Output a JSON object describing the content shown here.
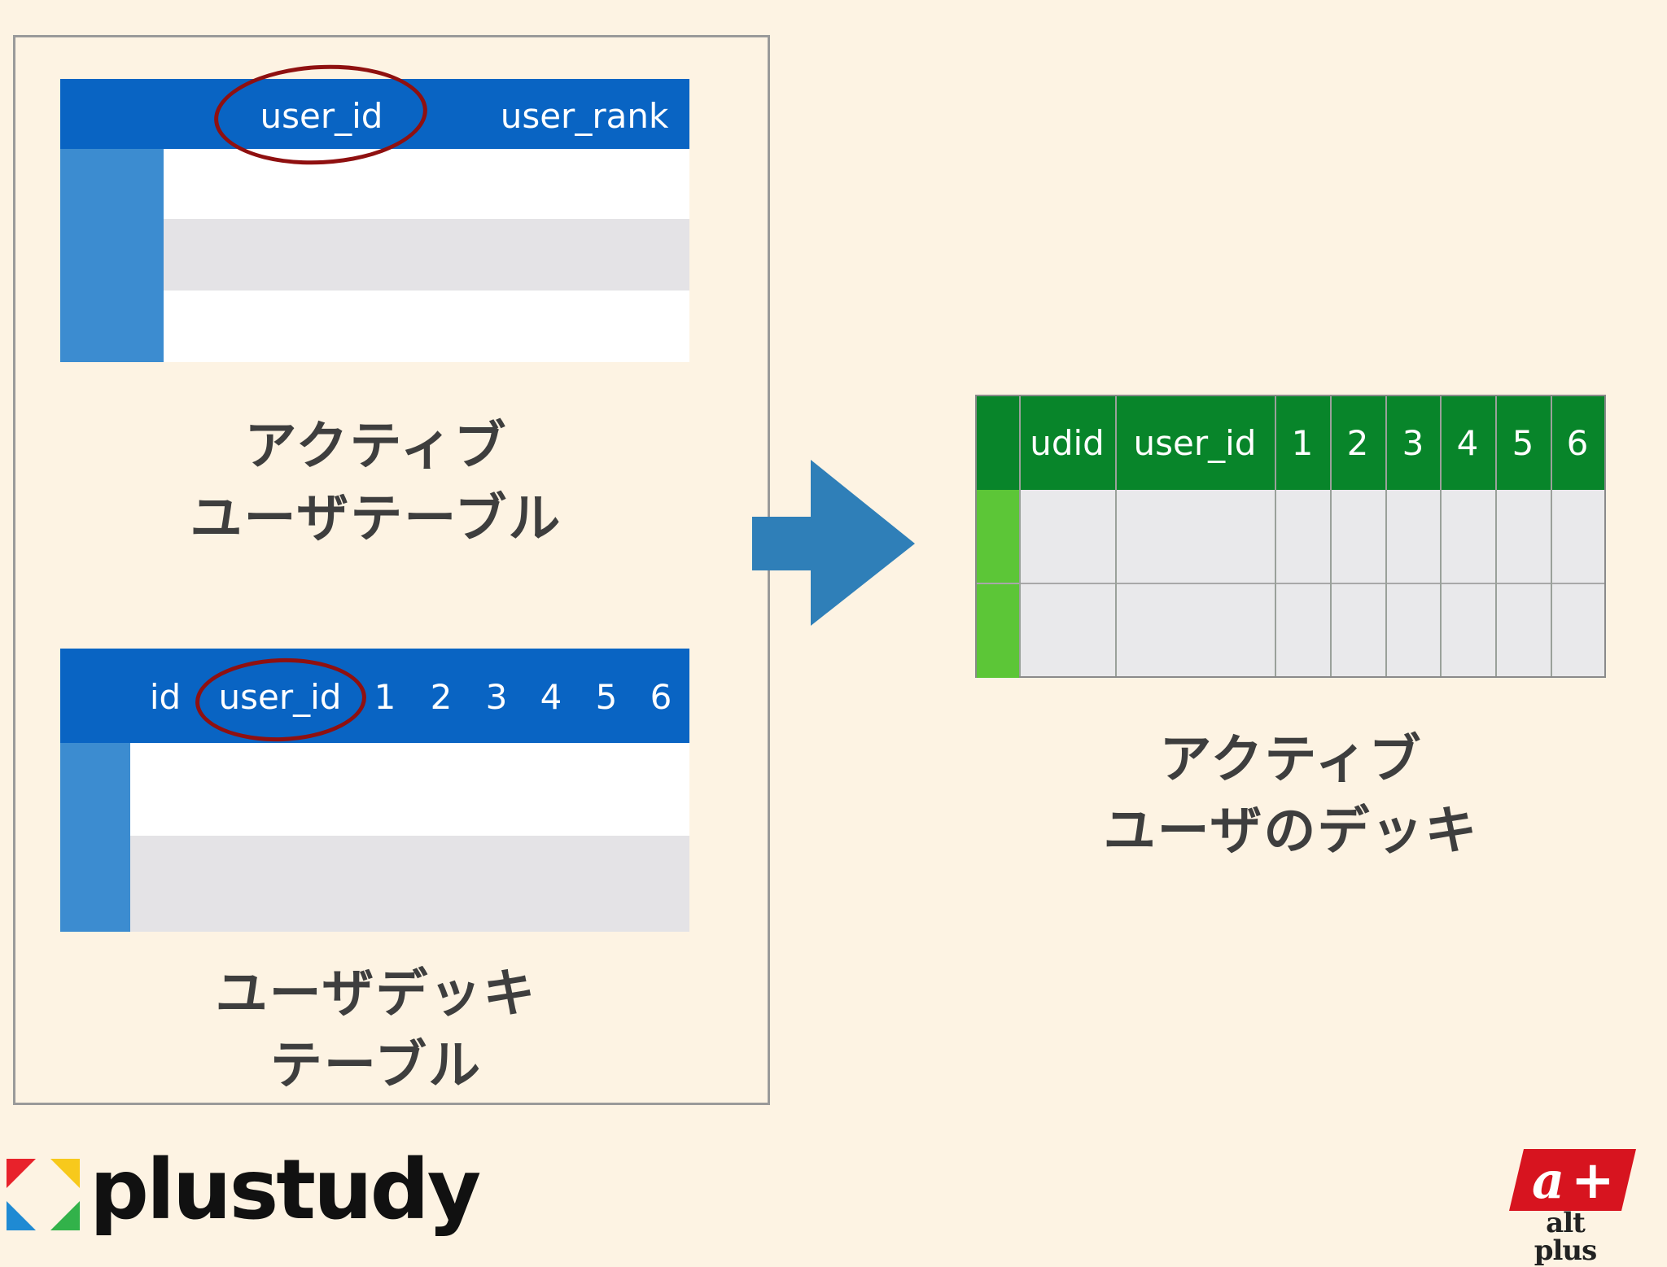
{
  "active_user_table": {
    "headers": [
      "user_id",
      "user_rank"
    ],
    "caption_line1": "アクティブ",
    "caption_line2": "ユーザテーブル"
  },
  "user_deck_table": {
    "headers": [
      "id",
      "user_id",
      "1",
      "2",
      "3",
      "4",
      "5",
      "6"
    ],
    "caption_line1": "ユーザデッキ",
    "caption_line2": "テーブル"
  },
  "active_user_deck": {
    "headers": [
      "udid",
      "user_id",
      "1",
      "2",
      "3",
      "4",
      "5",
      "6"
    ],
    "caption_line1": "アクティブ",
    "caption_line2": "ユーザのデッキ"
  },
  "logos": {
    "left": "plustudy",
    "right": "alt plus"
  },
  "colors": {
    "blue_header": "#0964c3",
    "blue_side": "#3c8cd0",
    "green_header": "#08852a",
    "green_side": "#5cc637",
    "arrow": "#2f7fb8",
    "highlight_ellipse": "#8f1010"
  }
}
